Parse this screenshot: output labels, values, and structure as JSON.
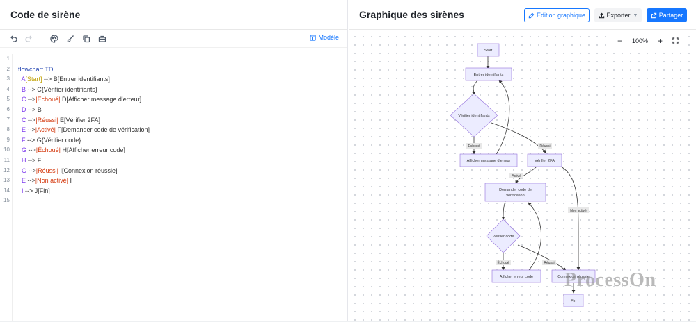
{
  "left": {
    "title": "Code de sirène",
    "model_label": "Modèle"
  },
  "toolbar_icons": [
    "undo-icon",
    "redo-icon",
    "palette-icon",
    "brush-icon",
    "copy-icon",
    "toolbox-icon"
  ],
  "editor": {
    "lines": [
      [],
      [
        {
          "t": "flowchart TD",
          "c": "kw"
        }
      ],
      [
        {
          "t": "  A",
          "c": "node"
        },
        {
          "t": "[Start]",
          "c": "start-label"
        },
        {
          "t": " --> ",
          "c": "arrow"
        },
        {
          "t": "B[Entrer identifiants]",
          "c": "txt"
        }
      ],
      [
        {
          "t": "  B",
          "c": "node"
        },
        {
          "t": " --> ",
          "c": "arrow"
        },
        {
          "t": "C{Vérifier identifiants}",
          "c": "txt"
        }
      ],
      [
        {
          "t": "  C",
          "c": "node"
        },
        {
          "t": " -->",
          "c": "arrow"
        },
        {
          "t": "|Échoué|",
          "c": "lbl"
        },
        {
          "t": " D[Afficher message d'erreur]",
          "c": "txt"
        }
      ],
      [
        {
          "t": "  D",
          "c": "node"
        },
        {
          "t": " --> ",
          "c": "arrow"
        },
        {
          "t": "B",
          "c": "txt"
        }
      ],
      [
        {
          "t": "  C",
          "c": "node"
        },
        {
          "t": " -->",
          "c": "arrow"
        },
        {
          "t": "|Réussi|",
          "c": "lbl"
        },
        {
          "t": " E[Vérifier 2FA]",
          "c": "txt"
        }
      ],
      [
        {
          "t": "  E",
          "c": "node"
        },
        {
          "t": " -->",
          "c": "arrow"
        },
        {
          "t": "|Activé|",
          "c": "lbl"
        },
        {
          "t": " F[Demander code de vérification]",
          "c": "txt"
        }
      ],
      [
        {
          "t": "  F",
          "c": "node"
        },
        {
          "t": " --> ",
          "c": "arrow"
        },
        {
          "t": "G{Vérifier code}",
          "c": "txt"
        }
      ],
      [
        {
          "t": "  G",
          "c": "node"
        },
        {
          "t": " -->",
          "c": "arrow"
        },
        {
          "t": "|Échoué|",
          "c": "lbl"
        },
        {
          "t": " H[Afficher erreur code]",
          "c": "txt"
        }
      ],
      [
        {
          "t": "  H",
          "c": "node"
        },
        {
          "t": " --> ",
          "c": "arrow"
        },
        {
          "t": "F",
          "c": "txt"
        }
      ],
      [
        {
          "t": "  G",
          "c": "node"
        },
        {
          "t": " -->",
          "c": "arrow"
        },
        {
          "t": "|Réussi|",
          "c": "lbl"
        },
        {
          "t": " I[Connexion réussie]",
          "c": "txt"
        }
      ],
      [
        {
          "t": "  E",
          "c": "node"
        },
        {
          "t": " -->",
          "c": "arrow"
        },
        {
          "t": "|Non activé|",
          "c": "lbl"
        },
        {
          "t": " I",
          "c": "txt"
        }
      ],
      [
        {
          "t": "  I",
          "c": "node"
        },
        {
          "t": " --> ",
          "c": "arrow"
        },
        {
          "t": "J[Fin]",
          "c": "txt"
        }
      ],
      []
    ]
  },
  "right": {
    "title": "Graphique des sirènes",
    "edit_button": "Édition graphique",
    "export_button": "Exporter",
    "share_button": "Partager",
    "zoom_minus": "−",
    "zoom_level": "100%",
    "zoom_plus": "+"
  },
  "diagram": {
    "nodes": [
      {
        "id": "A",
        "label": "Start",
        "shape": "rect"
      },
      {
        "id": "B",
        "label": "Entrer identifiants",
        "shape": "rect"
      },
      {
        "id": "C",
        "label": "Vérifier identifiants",
        "shape": "diamond"
      },
      {
        "id": "D",
        "label": "Afficher message d'erreur",
        "shape": "rect"
      },
      {
        "id": "E",
        "label": "Vérifier 2FA",
        "shape": "rect"
      },
      {
        "id": "F",
        "label": "Demander code de vérification",
        "shape": "rect"
      },
      {
        "id": "G",
        "label": "Vérifier code",
        "shape": "diamond"
      },
      {
        "id": "H",
        "label": "Afficher erreur code",
        "shape": "rect"
      },
      {
        "id": "I",
        "label": "Connexion réussie",
        "shape": "rect"
      },
      {
        "id": "J",
        "label": "Fin",
        "shape": "rect"
      }
    ],
    "edge_labels": [
      "Échoué",
      "Réussi",
      "Activé",
      "Non activé",
      "Échoué",
      "Réussi"
    ]
  },
  "watermark": "ProcessOn",
  "colors": {
    "accent": "#1677ff",
    "node_fill": "#ececff",
    "node_stroke": "#9370db"
  }
}
